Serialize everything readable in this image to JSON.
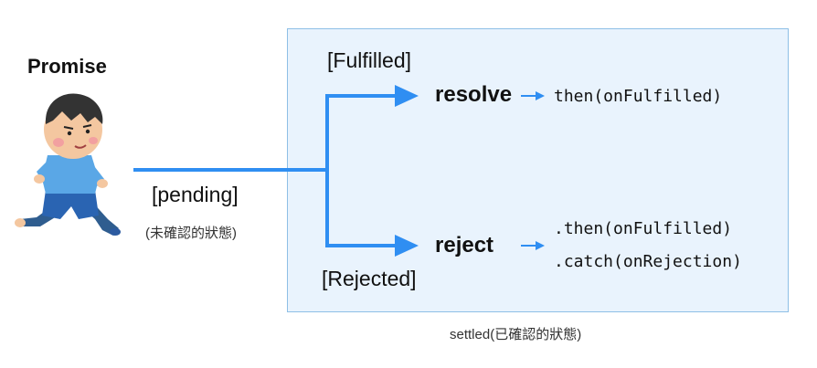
{
  "promise": {
    "title": "Promise"
  },
  "pending": {
    "label": "[pending]",
    "sub": "(未確認的狀態)"
  },
  "fulfilled": {
    "label": "[Fulfilled]",
    "action": "resolve",
    "handler": "then(onFulfilled)"
  },
  "rejected": {
    "label": "[Rejected]",
    "action": "reject",
    "handlers": [
      ".then(onFulfilled)",
      ".catch(onRejection)"
    ]
  },
  "settled": {
    "caption": "settled(已確認的狀態)"
  },
  "colors": {
    "arrow": "#2f8ef2",
    "box_fill": "#e9f3fd",
    "box_border": "#8ebfe6"
  },
  "icons": {
    "runner": "running-boy-illustration"
  }
}
